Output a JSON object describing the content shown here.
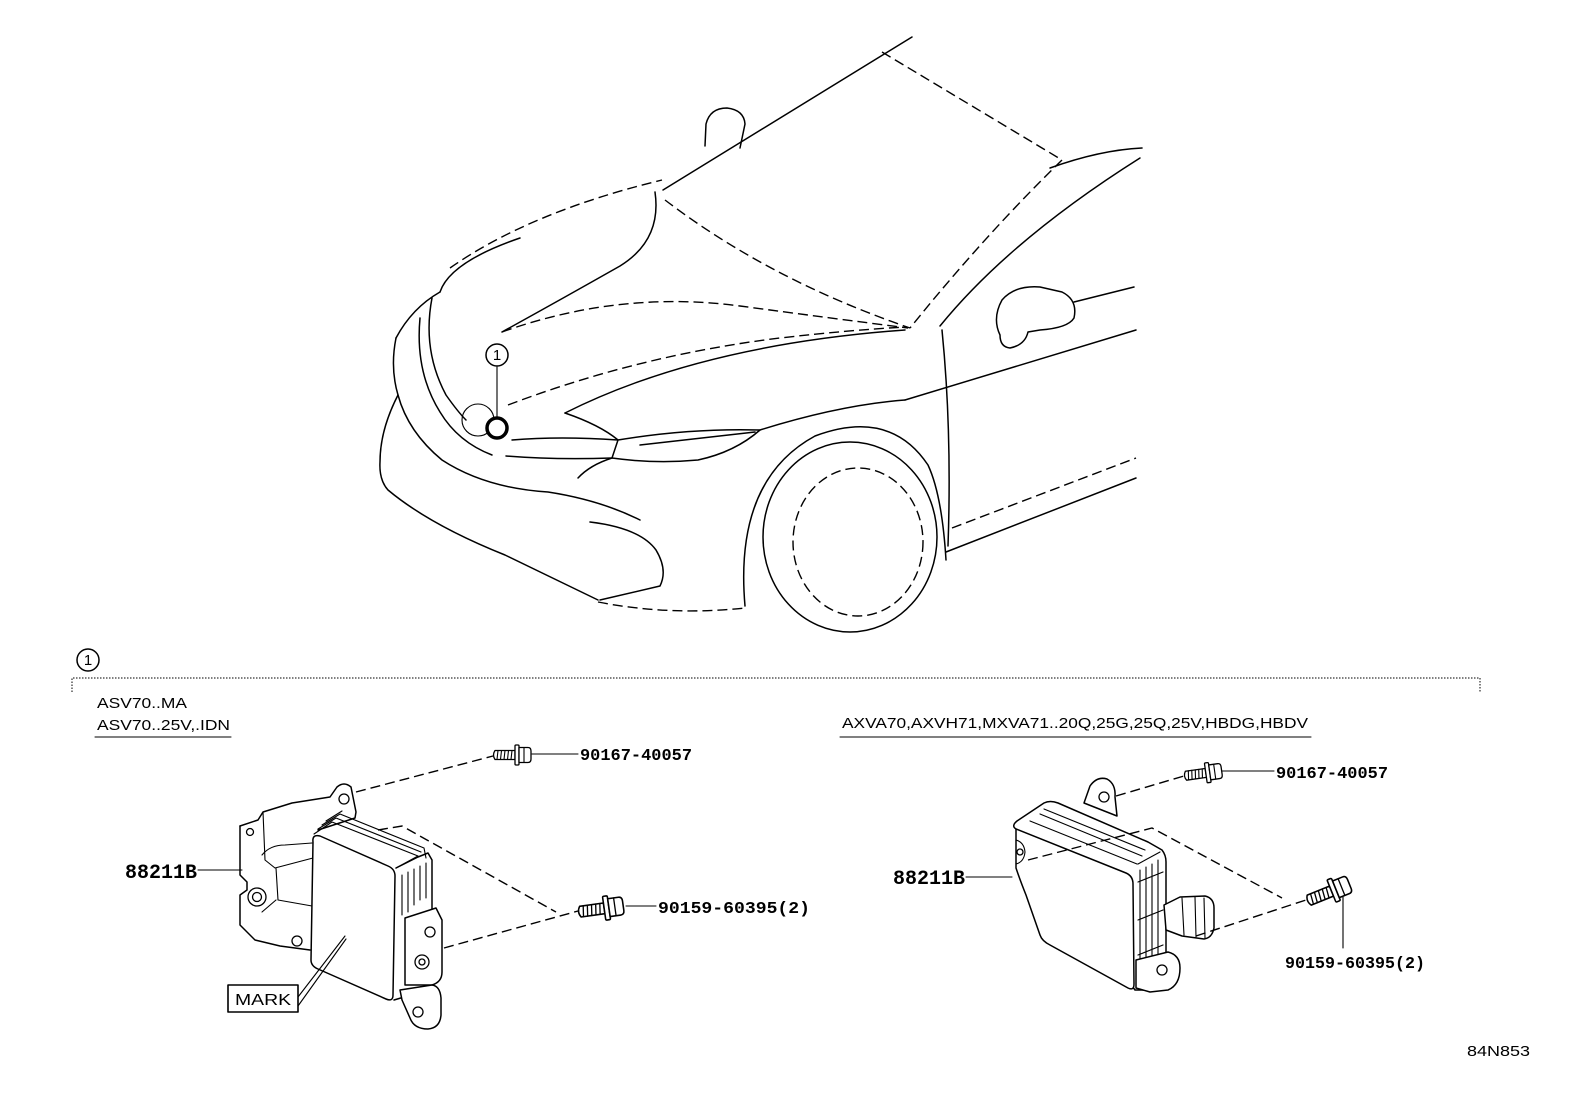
{
  "colors": {
    "line": "#000000",
    "background": "#ffffff"
  },
  "car_view": {
    "callout_number": "1"
  },
  "section": {
    "marker_number": "1"
  },
  "left_variant": {
    "model_codes": [
      "ASV70..MA",
      "ASV70..25V,.IDN"
    ],
    "part_number": "88211B",
    "mark_label": "MARK",
    "upper_bolt": "90167-40057",
    "lower_bolt": "90159-60395(2)"
  },
  "right_variant": {
    "model_codes": "AXVA70,AXVH71,MXVA71..20Q,25G,25Q,25V,HBDG,HBDV",
    "part_number": "88211B",
    "upper_bolt": "90167-40057",
    "lower_bolt": "90159-60395(2)"
  },
  "illustration_code": "84N853"
}
